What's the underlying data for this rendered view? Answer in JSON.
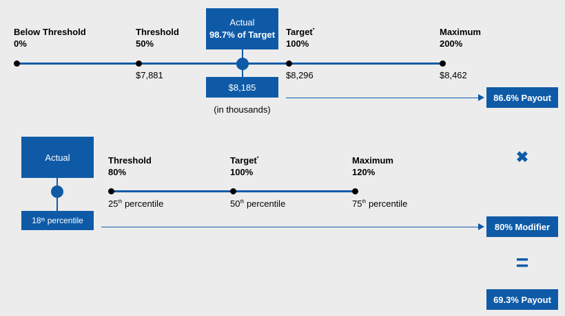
{
  "top": {
    "points": [
      {
        "name": "Below Threshold",
        "pct": "0%",
        "value": ""
      },
      {
        "name": "Threshold",
        "pct": "50%",
        "value": "$7,881"
      },
      {
        "name": "Target",
        "sup": "*",
        "pct": "100%",
        "value": "$8,296"
      },
      {
        "name": "Maximum",
        "pct": "200%",
        "value": "$8,462"
      }
    ],
    "actual": {
      "line1": "Actual",
      "line2": "98.7% of Target",
      "value": "$8,185",
      "unit_note": "(in thousands)"
    },
    "result": "86.6% Payout"
  },
  "bottom": {
    "points": [
      {
        "name": "Threshold",
        "pct": "80%",
        "rank_num": "25",
        "rank_sup": "th",
        "rank_text": "percentile"
      },
      {
        "name": "Target",
        "sup": "*",
        "pct": "100%",
        "rank_num": "50",
        "rank_sup": "th",
        "rank_text": "percentile"
      },
      {
        "name": "Maximum",
        "pct": "120%",
        "rank_num": "75",
        "rank_sup": "th",
        "rank_text": "percentile"
      }
    ],
    "actual": {
      "label": "Actual",
      "rank_num": "18",
      "rank_sup": "th",
      "rank_text": "percentile"
    },
    "result": "80% Modifier"
  },
  "operators": {
    "multiply": "✖",
    "equals": "="
  },
  "final_result": "69.3% Payout",
  "colors": {
    "accent": "#0e5aa7",
    "background": "#ececec"
  }
}
